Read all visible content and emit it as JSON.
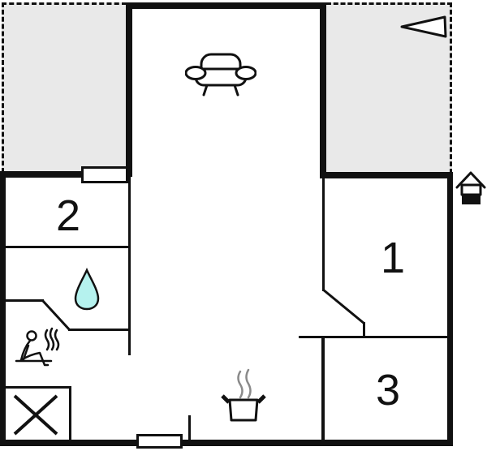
{
  "floorplan": {
    "title": "apartment-floor-plan",
    "rooms": [
      {
        "id": "room-1",
        "label": "1"
      },
      {
        "id": "room-2",
        "label": "2"
      },
      {
        "id": "room-3",
        "label": "3"
      }
    ],
    "icons": [
      {
        "name": "sofa-icon",
        "meaning": "living-room"
      },
      {
        "name": "water-drop-icon",
        "meaning": "bathroom"
      },
      {
        "name": "sauna-icon",
        "meaning": "sauna"
      },
      {
        "name": "cross-icon",
        "meaning": "utility"
      },
      {
        "name": "cooking-pot-icon",
        "meaning": "kitchen"
      },
      {
        "name": "north-arrow-icon",
        "meaning": "orientation-arrow"
      },
      {
        "name": "house-entrance-icon",
        "meaning": "entrance-marker"
      }
    ],
    "colors": {
      "wall": "#111111",
      "terrace_fill": "#e9e9e9",
      "water_drop_fill": "#b5f2ee",
      "steam": "#8a8a8a",
      "background": "#ffffff"
    }
  }
}
